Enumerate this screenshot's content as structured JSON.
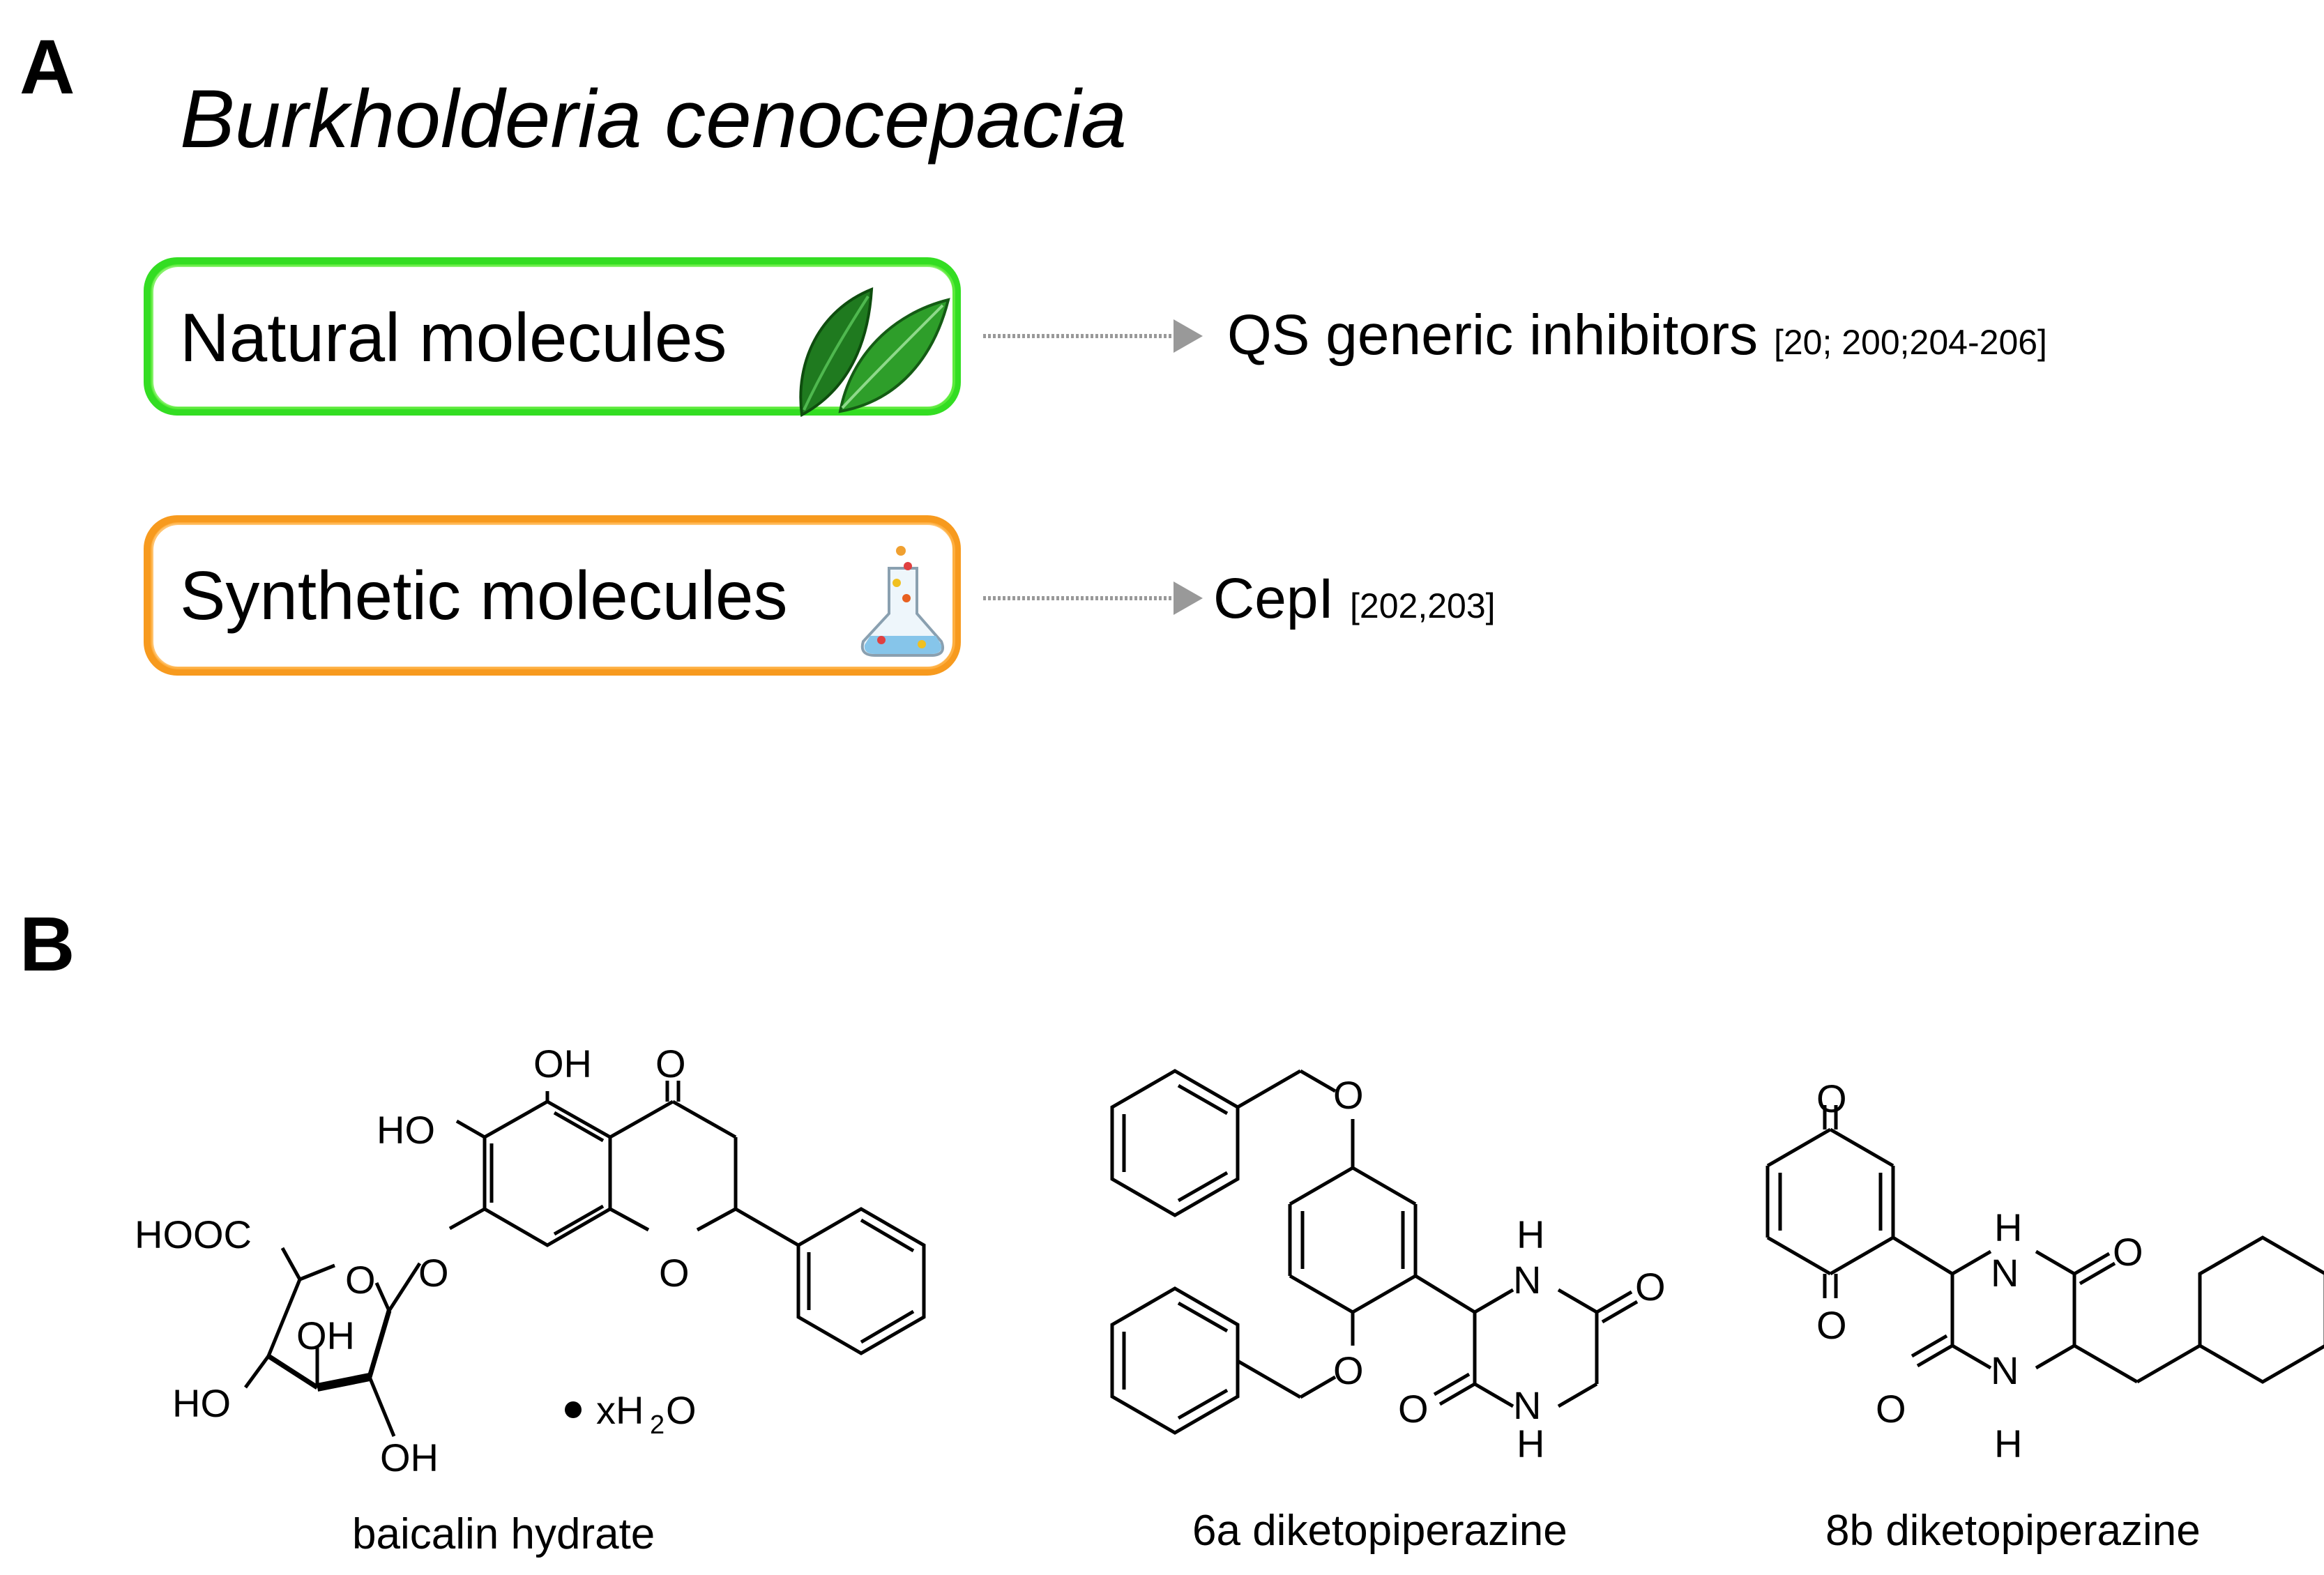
{
  "panel_a": {
    "letter": "A",
    "organism": "Burkholderia cenocepacia",
    "rows": [
      {
        "label": "Natural molecules",
        "icon": "leaf-icon",
        "border_color": "#33dd22",
        "target": "QS generic inhibitors",
        "refs": "[20; 200;204-206]"
      },
      {
        "label": "Synthetic molecules",
        "icon": "flask-icon",
        "border_color": "#f79a1e",
        "target": "CepI",
        "refs": "[202,203]"
      }
    ]
  },
  "panel_b": {
    "letter": "B",
    "molecules": [
      {
        "name": "baicalin hydrate"
      },
      {
        "name": "6a diketopiperazine"
      },
      {
        "name": "8b diketopiperazine"
      }
    ],
    "hydrate_suffix": "• xH2O"
  }
}
